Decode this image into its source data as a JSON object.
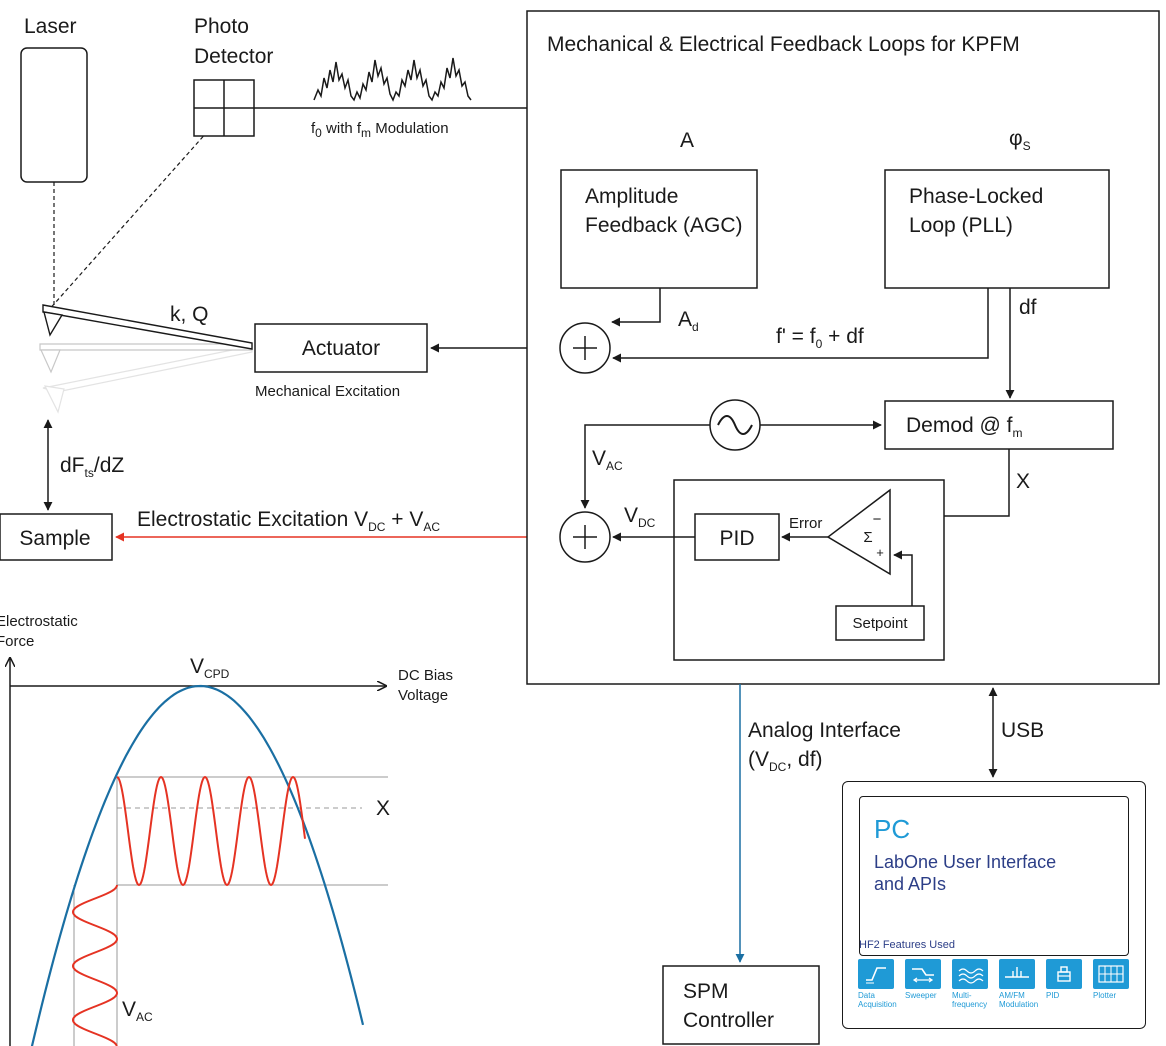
{
  "labels": {
    "laser": "Laser",
    "photo_detector_line1": "Photo",
    "photo_detector_line2": "Detector",
    "modulation_f": "f",
    "modulation_f_sub": "0",
    "modulation_mid": " with f",
    "modulation_m_sub": "m",
    "modulation_end": " Modulation",
    "cantilever_kq": "k, Q",
    "actuator": "Actuator",
    "mechanical_excitation": "Mechanical Excitation",
    "force_gradient_main": "dF",
    "force_gradient_sub": "ts",
    "force_gradient_end": "/dZ",
    "sample": "Sample",
    "electrostatic_excitation": "Electrostatic Excitation V",
    "electrostatic_dc_sub": "DC",
    "electrostatic_plus": " + V",
    "electrostatic_ac_sub": "AC",
    "feedback_title": "Mechanical & Electrical Feedback Loops for KPFM",
    "signal_a": "A",
    "signal_phi": "φ",
    "signal_phi_sub": "S",
    "amplitude_line1": "Amplitude",
    "amplitude_line2": "Feedback (AGC)",
    "pll_line1": "Phase-Locked",
    "pll_line2": "Loop (PLL)",
    "ad_main": "A",
    "ad_sub": "d",
    "df": "df",
    "fprime_main": "f' = f",
    "fprime_sub": "0",
    "fprime_end": " + df",
    "demod_main": "Demod @ f",
    "demod_sub": "m",
    "vac_main": "V",
    "vac_sub": "AC",
    "x_signal": "X",
    "vdc_main": "V",
    "vdc_sub": "DC",
    "pid": "PID",
    "error": "Error",
    "sigma": "Σ",
    "minus": "−",
    "plus": "+",
    "setpoint": "Setpoint",
    "analog_line1": "Analog Interface",
    "analog_line2_a": "(V",
    "analog_line2_sub": "DC",
    "analog_line2_b": ", df)",
    "usb": "USB",
    "spm_line1": "SPM",
    "spm_line2": "Controller",
    "force_axis_line1": "Electrostatic",
    "force_axis_line2": "Force",
    "bias_axis_line1": "DC Bias",
    "bias_axis_line2": "Voltage",
    "vcpd_main": "V",
    "vcpd_sub": "CPD",
    "plot_x": "X",
    "plot_vac_main": "V",
    "plot_vac_sub": "AC"
  },
  "pc": {
    "title": "PC",
    "subtitle": "LabOne User Interface\nand APIs",
    "features_heading": "HF2 Features Used",
    "features": [
      {
        "icon": "data-acquisition-icon",
        "label": "Data\nAcquisition"
      },
      {
        "icon": "sweeper-icon",
        "label": "Sweeper"
      },
      {
        "icon": "multi-frequency-icon",
        "label": "Multi-\nfrequency"
      },
      {
        "icon": "am-fm-modulation-icon",
        "label": "AM/FM\nModulation"
      },
      {
        "icon": "pid-icon",
        "label": "PID"
      },
      {
        "icon": "plotter-icon",
        "label": "Plotter"
      }
    ]
  },
  "colors": {
    "line": "#1a1a1a",
    "electrostatic_signal": "#e53323",
    "parabola": "#1a6fa3",
    "analog_line": "#1a6fa3",
    "accent_blue": "#1f9ad6",
    "dark_blue": "#2c3e87",
    "cantilever_ghost": "#c8c8c8",
    "guide_gray": "#9a9a9a"
  }
}
